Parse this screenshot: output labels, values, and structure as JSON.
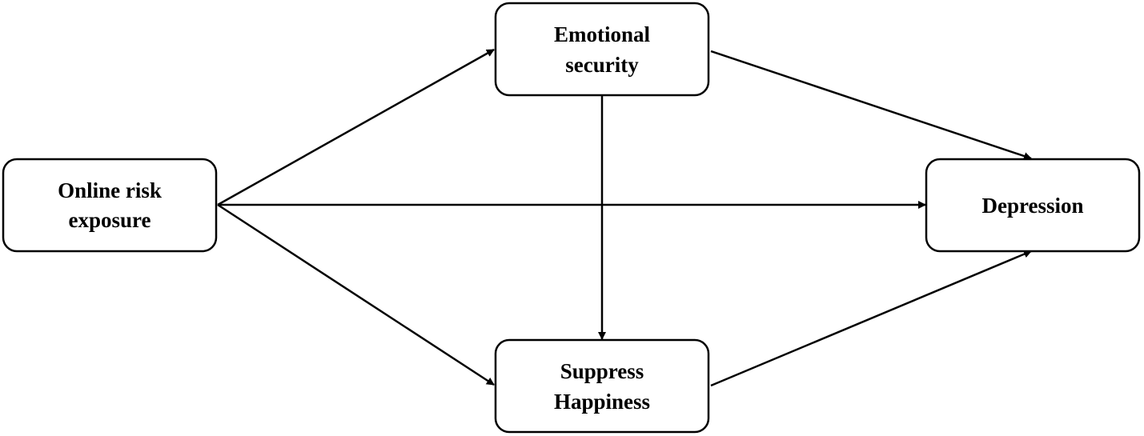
{
  "diagram": {
    "nodes": {
      "online_risk_exposure": {
        "lines": [
          "Online risk",
          "exposure"
        ]
      },
      "emotional_security": {
        "lines": [
          "Emotional",
          "security"
        ]
      },
      "suppress_happiness": {
        "lines": [
          "Suppress",
          "Happiness"
        ]
      },
      "depression": {
        "lines": [
          "Depression"
        ]
      }
    },
    "edges": [
      {
        "from": "online_risk_exposure",
        "to": "emotional_security"
      },
      {
        "from": "online_risk_exposure",
        "to": "suppress_happiness"
      },
      {
        "from": "online_risk_exposure",
        "to": "depression"
      },
      {
        "from": "emotional_security",
        "to": "suppress_happiness"
      },
      {
        "from": "emotional_security",
        "to": "depression"
      },
      {
        "from": "suppress_happiness",
        "to": "depression"
      }
    ],
    "colors": {
      "stroke": "#000000",
      "fill": "#ffffff"
    }
  }
}
